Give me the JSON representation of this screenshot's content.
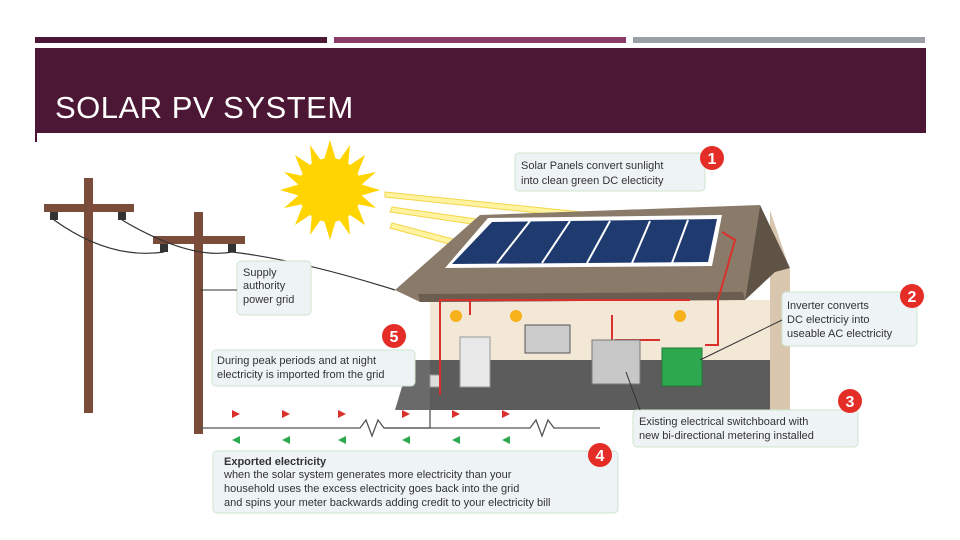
{
  "slide": {
    "title": "SOLAR PV SYSTEM"
  },
  "colors": {
    "title_bar": "#4b1734",
    "accent_1": "#4b1734",
    "accent_2": "#8a3a66",
    "accent_3": "#9aa0a6",
    "number_badge": "#e52d27",
    "wire_red": "#d9302b",
    "callout_bg": "#eef3f6",
    "callout_border": "#cfe6cf",
    "panel_blue": "#1e3a6e",
    "sun_yellow": "#ffd400",
    "roof": "#7a6a5a",
    "pole_brown": "#7b4c3a"
  },
  "diagram": {
    "callouts": [
      {
        "number": "1",
        "lines": [
          "Solar Panels convert sunlight",
          "into clean green DC electicity"
        ]
      },
      {
        "number": "2",
        "lines": [
          "Inverter converts",
          "DC electriciy into",
          "useable AC electricity"
        ]
      },
      {
        "number": "3",
        "lines": [
          "Existing electrical switchboard with",
          "new bi-directional metering installed"
        ]
      },
      {
        "number": "4",
        "title": "Exported electricity",
        "lines": [
          "when the solar system generates more electricity than your",
          "household uses the excess electricity goes back into the grid",
          "and spins your meter backwards adding credit to your electricity bill"
        ]
      },
      {
        "number": "5",
        "lines": [
          "During peak periods and at night",
          "electricity is imported from the grid"
        ]
      }
    ],
    "grid_label": [
      "Supply",
      "authority",
      "power grid"
    ]
  }
}
